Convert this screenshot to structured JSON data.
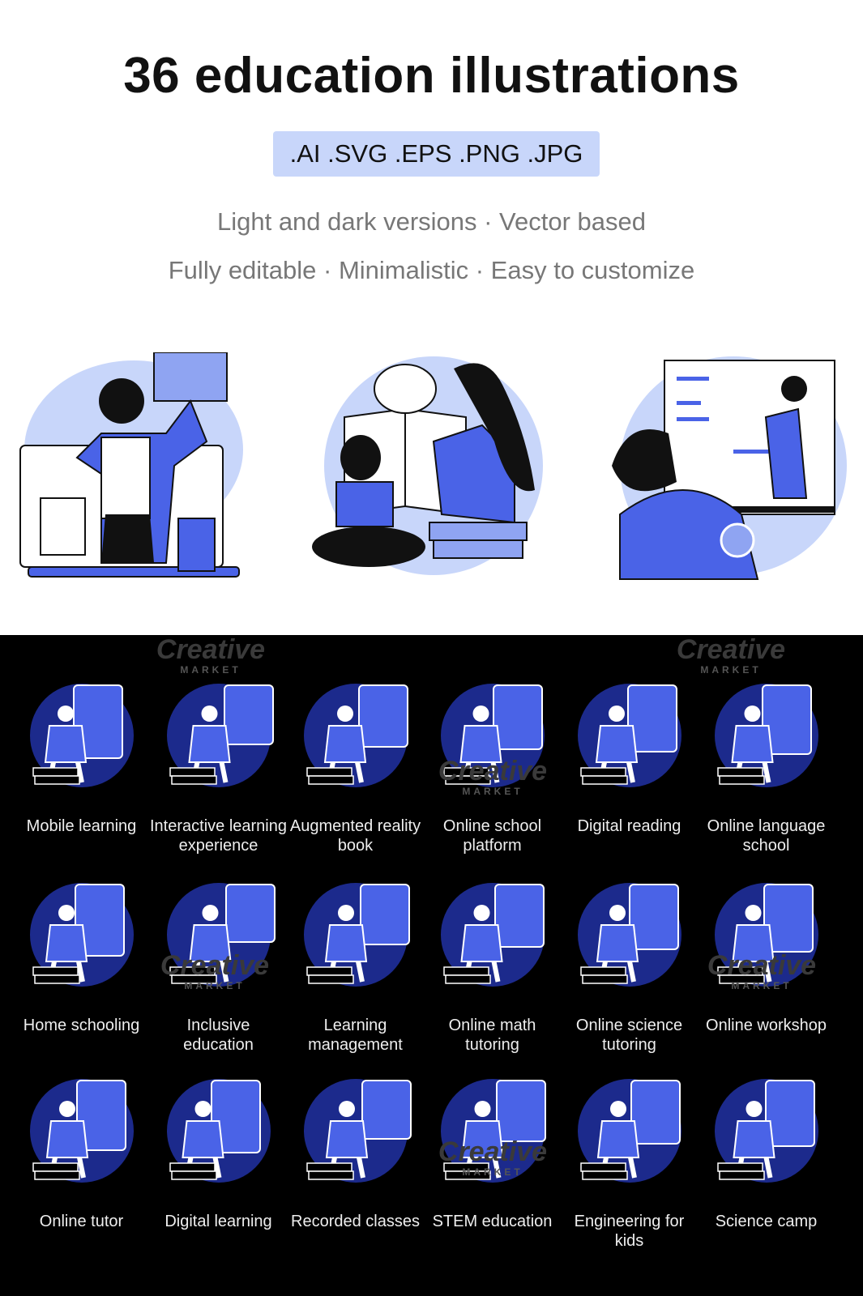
{
  "header": {
    "title": "36 education illustrations",
    "formats": ".AI .SVG .EPS .PNG .JPG",
    "subtitle_1": "Light and dark versions · Vector based",
    "subtitle_2": "Fully editable · Minimalistic · Easy to customize"
  },
  "watermark": {
    "brand": "Creative",
    "sub": "MARKET"
  },
  "colors": {
    "accent": "#4a63e7",
    "light": "#c8d6fa",
    "dark_circle": "#1c2a8c"
  },
  "items": [
    {
      "label": "Mobile learning"
    },
    {
      "label": "Interactive learning\nexperience"
    },
    {
      "label": "Augmented reality\nbook"
    },
    {
      "label": "Online school\nplatform"
    },
    {
      "label": "Digital reading"
    },
    {
      "label": "Online language\nschool"
    },
    {
      "label": "Home schooling"
    },
    {
      "label": "Inclusive\neducation"
    },
    {
      "label": "Learning\nmanagement"
    },
    {
      "label": "Online math\ntutoring"
    },
    {
      "label": "Online science\ntutoring"
    },
    {
      "label": "Online workshop"
    },
    {
      "label": "Online tutor"
    },
    {
      "label": "Digital learning"
    },
    {
      "label": "Recorded classes"
    },
    {
      "label": "STEM education"
    },
    {
      "label": "Engineering for\nkids"
    },
    {
      "label": "Science camp"
    }
  ]
}
